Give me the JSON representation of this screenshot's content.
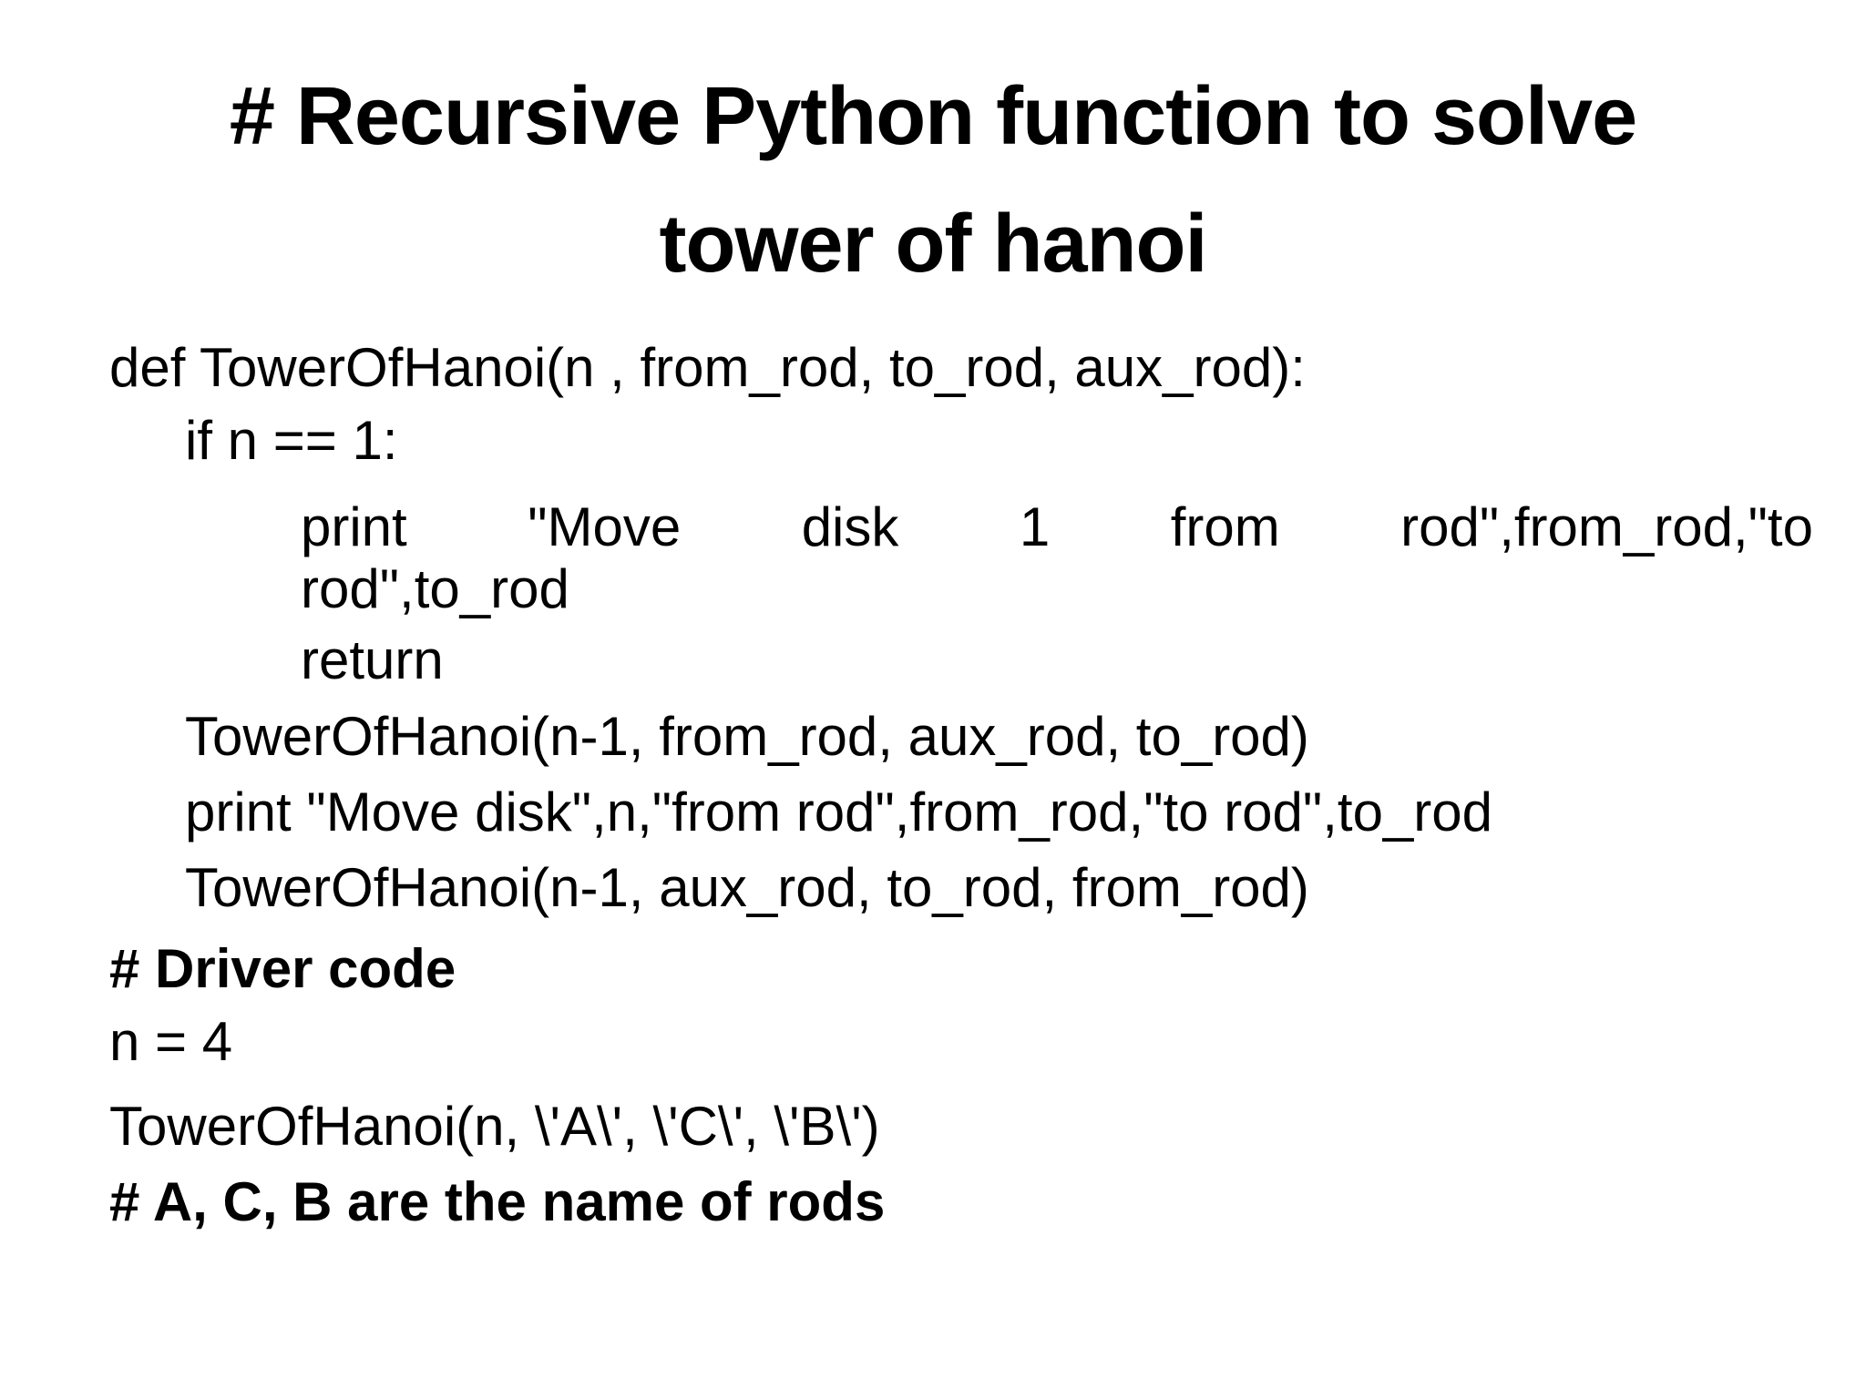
{
  "title": {
    "line1": "# Recursive Python function to solve",
    "line2": "tower of hanoi"
  },
  "code": {
    "def_line": "def TowerOfHanoi(n , from_rod, to_rod, aux_rod):",
    "if_line": "if n == 1:",
    "print1": {
      "tokens": [
        "print",
        "\"Move",
        "disk",
        "1",
        "from",
        "rod\",from_rod,\"to"
      ],
      "wrap_line": "rod\",to_rod"
    },
    "return_line": "return",
    "recurse1": "TowerOfHanoi(n-1, from_rod, aux_rod, to_rod)",
    "print2": "print \"Move disk\",n,\"from rod\",from_rod,\"to rod\",to_rod",
    "recurse2": "TowerOfHanoi(n-1, aux_rod, to_rod, from_rod)",
    "driver_comment": "# Driver code",
    "n_assign": "n = 4",
    "call_line": "TowerOfHanoi(n, \\'A\\', \\'C\\', \\'B\\')",
    "rods_comment": "# A, C, B are the name of rods"
  },
  "colors": {
    "background": "#ffffff",
    "text": "#000000"
  }
}
